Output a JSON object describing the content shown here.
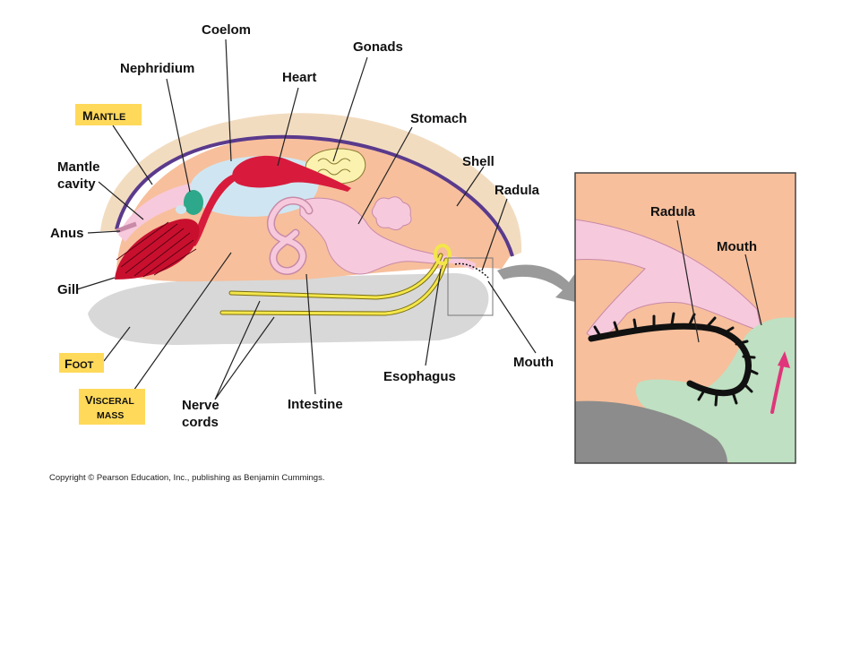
{
  "colors": {
    "shell": "#f2dcc0",
    "mantle_band": "#5a3a8c",
    "visceral_mass": "#f7bf9c",
    "foot": "#d8d8d8",
    "coelom": "#cfe6f2",
    "heart": "#d81b3c",
    "gill": "#c8102e",
    "nephridium": "#2ea88a",
    "gonads": "#fbf2b0",
    "digestive": "#f7c9dc",
    "nerve": "#f3e64a",
    "tag": "#ffd95a",
    "inset_foot": "#bfe0c2",
    "inset_rock": "#8c8c8c",
    "arrow_pink": "#e0357a"
  },
  "labels": {
    "coelom": "Coelom",
    "gonads": "Gonads",
    "nephridium": "Nephridium",
    "heart": "Heart",
    "stomach": "Stomach",
    "shell": "Shell",
    "radula": "Radula",
    "mantle_cavity_1": "Mantle",
    "mantle_cavity_2": "cavity",
    "anus": "Anus",
    "gill": "Gill",
    "nerve_cords_1": "Nerve",
    "nerve_cords_2": "cords",
    "intestine": "Intestine",
    "esophagus": "Esophagus",
    "mouth": "Mouth",
    "inset_radula": "Radula",
    "inset_mouth": "Mouth"
  },
  "tags": {
    "mantle_cap": "M",
    "mantle_rest": "ANTLE",
    "foot_cap": "F",
    "foot_rest": "OOT",
    "visceral_cap": "V",
    "visceral_rest": "ISCERAL",
    "mass": "MASS"
  },
  "copyright": "Copyright © Pearson Education, Inc., publishing as Benjamin Cummings."
}
